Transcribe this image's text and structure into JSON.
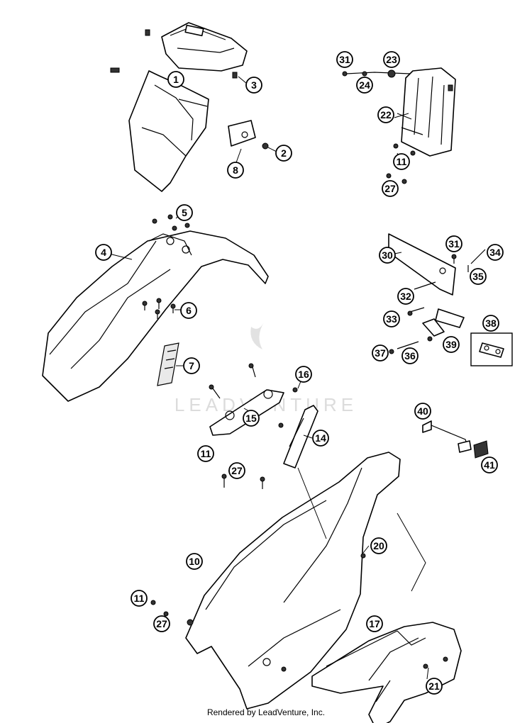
{
  "watermark": "LEADVENTURE",
  "footer": "Rendered by LeadVenture, Inc.",
  "callouts": [
    "1",
    "2",
    "3",
    "4",
    "5",
    "6",
    "7",
    "8",
    "10",
    "11",
    "14",
    "15",
    "16",
    "17",
    "20",
    "21",
    "22",
    "23",
    "24",
    "27",
    "30",
    "31",
    "32",
    "33",
    "34",
    "35",
    "36",
    "37",
    "38",
    "39",
    "40",
    "41"
  ]
}
